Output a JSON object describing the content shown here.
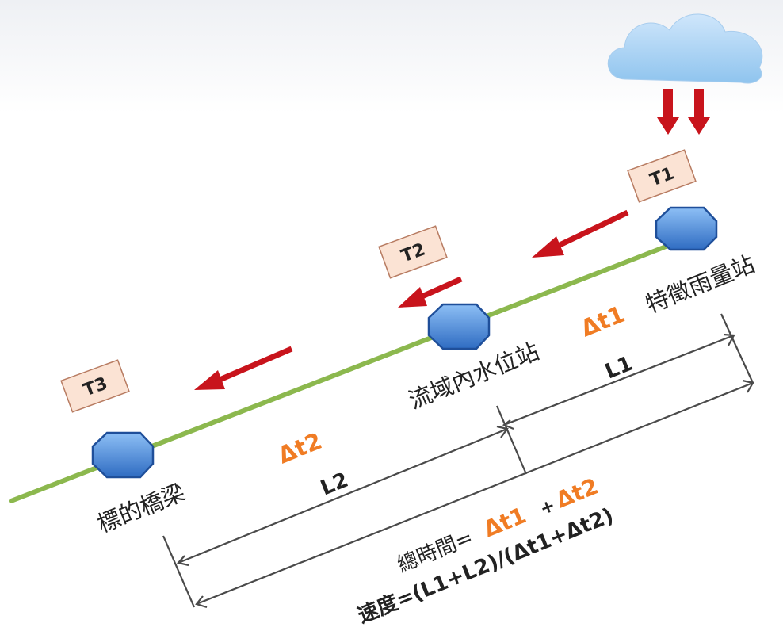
{
  "markers": {
    "t1": "T1",
    "t2": "T2",
    "t3": "T3"
  },
  "stations": {
    "rain_station": "特徵雨量站",
    "water_station": "流域內水位站",
    "bridge": "標的橋梁"
  },
  "intervals": {
    "dt1": "Δt1",
    "dt2": "Δt2"
  },
  "distances": {
    "l1": "L1",
    "l2": "L2"
  },
  "formulas": {
    "total_time_prefix": "總時間=",
    "total_time_dt1": "Δt1",
    "plus": "+",
    "total_time_dt2": "Δt2",
    "speed": "速度=(L1+L2)/(Δt1+Δt2)"
  },
  "colors": {
    "river": "#8cb84e",
    "arrow": "#c8141c",
    "station": "#3f7fd0",
    "highlight": "#f07c24"
  }
}
